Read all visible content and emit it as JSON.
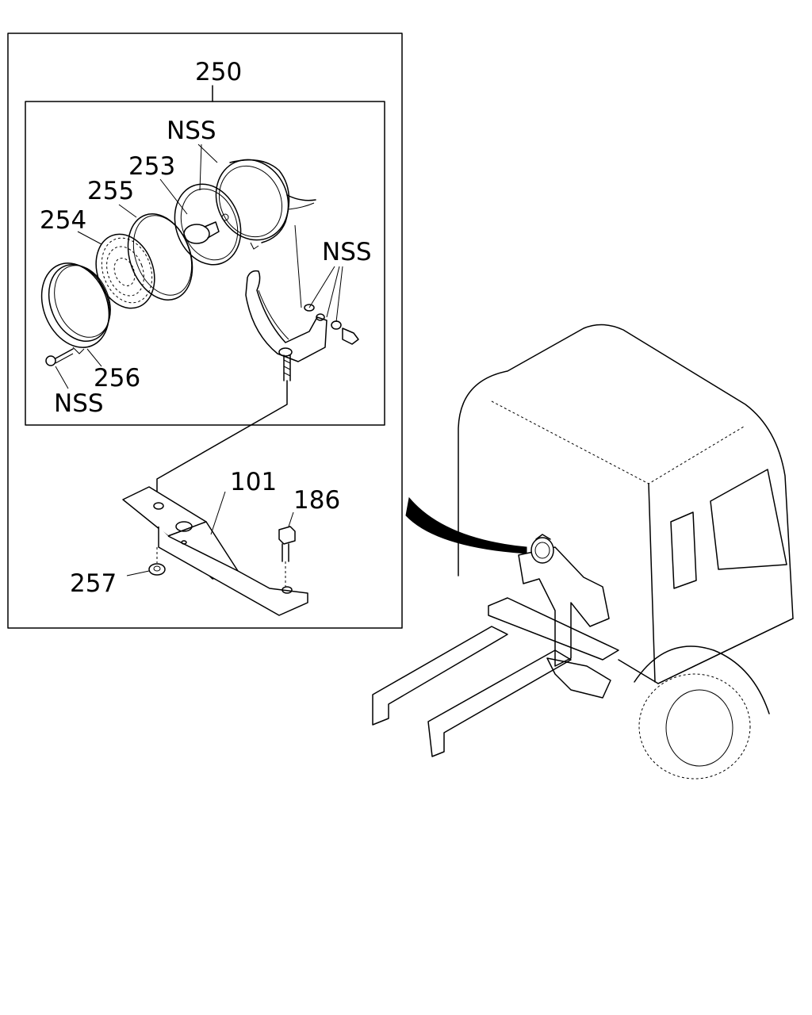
{
  "labels": {
    "assembly": "250",
    "bulb": "253",
    "lens": "254",
    "gasket": "255",
    "rim": "256",
    "bracket": "101",
    "bolt": "186",
    "nut": "257",
    "nss_top": "NSS",
    "nss_right": "NSS",
    "nss_bottom": "NSS"
  },
  "colors": {
    "line": "#000000",
    "background": "#ffffff"
  }
}
